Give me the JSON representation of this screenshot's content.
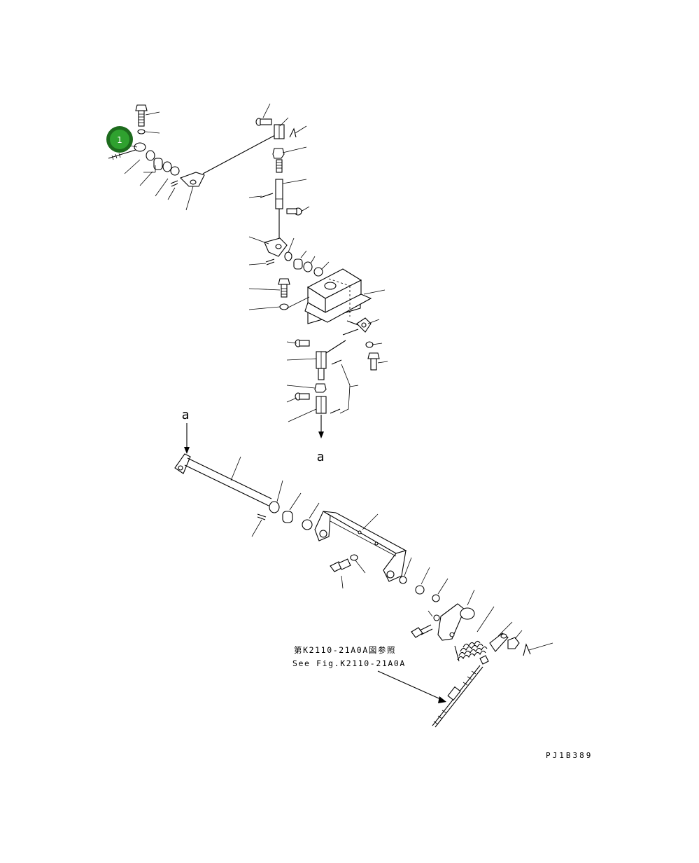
{
  "diagram": {
    "callout": {
      "number": "1",
      "outer_color": "#1d6b1d",
      "inner_color": "#2fa12f"
    },
    "view_markers": {
      "upper": "a",
      "lower": "a"
    },
    "reference_note": {
      "line_jp": "第K2110-21A0A図参照",
      "line_en": "See Fig.K2110-21A0A"
    },
    "drawing_number": "PJ1B389"
  }
}
